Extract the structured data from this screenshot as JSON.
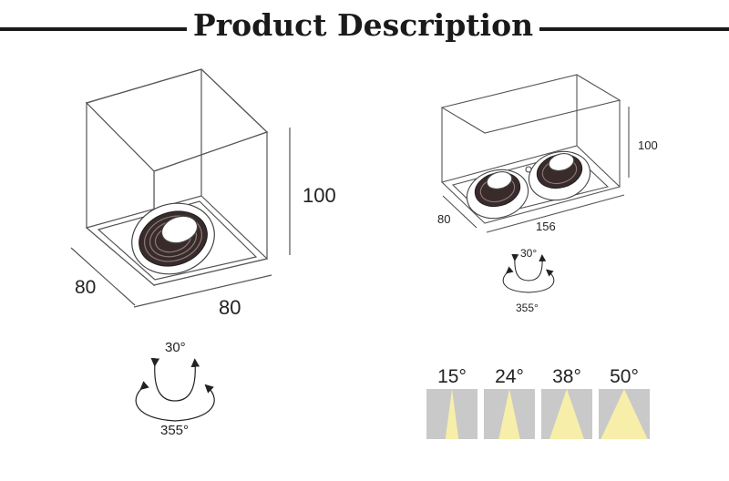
{
  "title": "Product Description",
  "single_fixture": {
    "height_label": "100",
    "depth_label": "80",
    "width_label": "80",
    "tilt_label": "30°",
    "rotation_label": "355°"
  },
  "double_fixture": {
    "height_label": "100",
    "depth_label": "80",
    "width_label": "156",
    "tilt_label": "30°",
    "rotation_label": "355°"
  },
  "beam_angles": [
    "15°",
    "24°",
    "38°",
    "50°"
  ],
  "beam_spread": [
    15,
    24,
    38,
    50
  ],
  "colors": {
    "outline": "#555555",
    "beam": "#f7efa9",
    "panel": "#c9c9c9",
    "reflector": "#2b2020"
  }
}
